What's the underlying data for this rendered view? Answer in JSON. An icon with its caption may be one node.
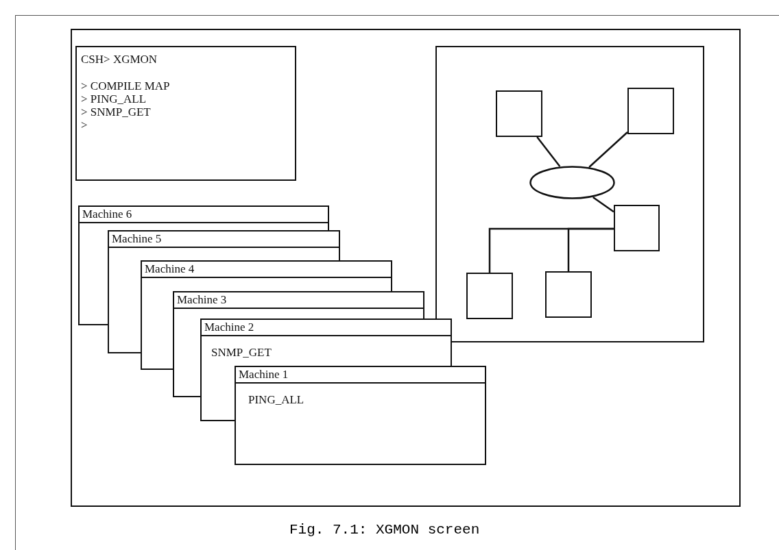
{
  "diagram": {
    "caption": "Fig. 7.1: XGMON screen",
    "nodes": [
      {
        "text": [],
        "shape": "box"
      },
      {
        "text": [
          "CSH> XGMON",
          "> COMPILE MAP",
          "> PING_ALL",
          "> SNMP_GET",
          ">"
        ],
        "in": 0
      },
      {
        "text": [],
        "shape": "box",
        "in": 0
      },
      {
        "text": [],
        "shape": "box",
        "in": 2
      },
      {
        "text": [],
        "shape": "box",
        "in": 2
      },
      {
        "text": [],
        "shape": "ellipse",
        "in": 2
      },
      {
        "text": [],
        "shape": "box",
        "in": 2
      },
      {
        "text": [],
        "shape": "box",
        "in": 2
      },
      {
        "text": [],
        "shape": "box",
        "in": 2
      },
      {
        "text": [
          "Machine 6"
        ],
        "in": 0
      },
      {
        "text": [
          "Machine 5"
        ],
        "in": 0
      },
      {
        "text": [
          "Machine 4"
        ],
        "in": 0
      },
      {
        "text": [
          "Machine 3"
        ],
        "in": 0
      },
      {
        "text": [
          "Machine 2",
          "SNMP_GET"
        ],
        "in": 0
      },
      {
        "text": [
          "Machine 1",
          "PING_ALL"
        ],
        "in": 0
      }
    ],
    "edges": [
      {
        "from": 3,
        "to": 5,
        "arrow": "none"
      },
      {
        "from": 4,
        "to": 5,
        "arrow": "none"
      },
      {
        "from": 5,
        "to": 6,
        "arrow": "none"
      },
      {
        "from": 6,
        "to": 7,
        "arrow": "none"
      },
      {
        "from": 6,
        "to": 8,
        "arrow": "none"
      }
    ]
  }
}
